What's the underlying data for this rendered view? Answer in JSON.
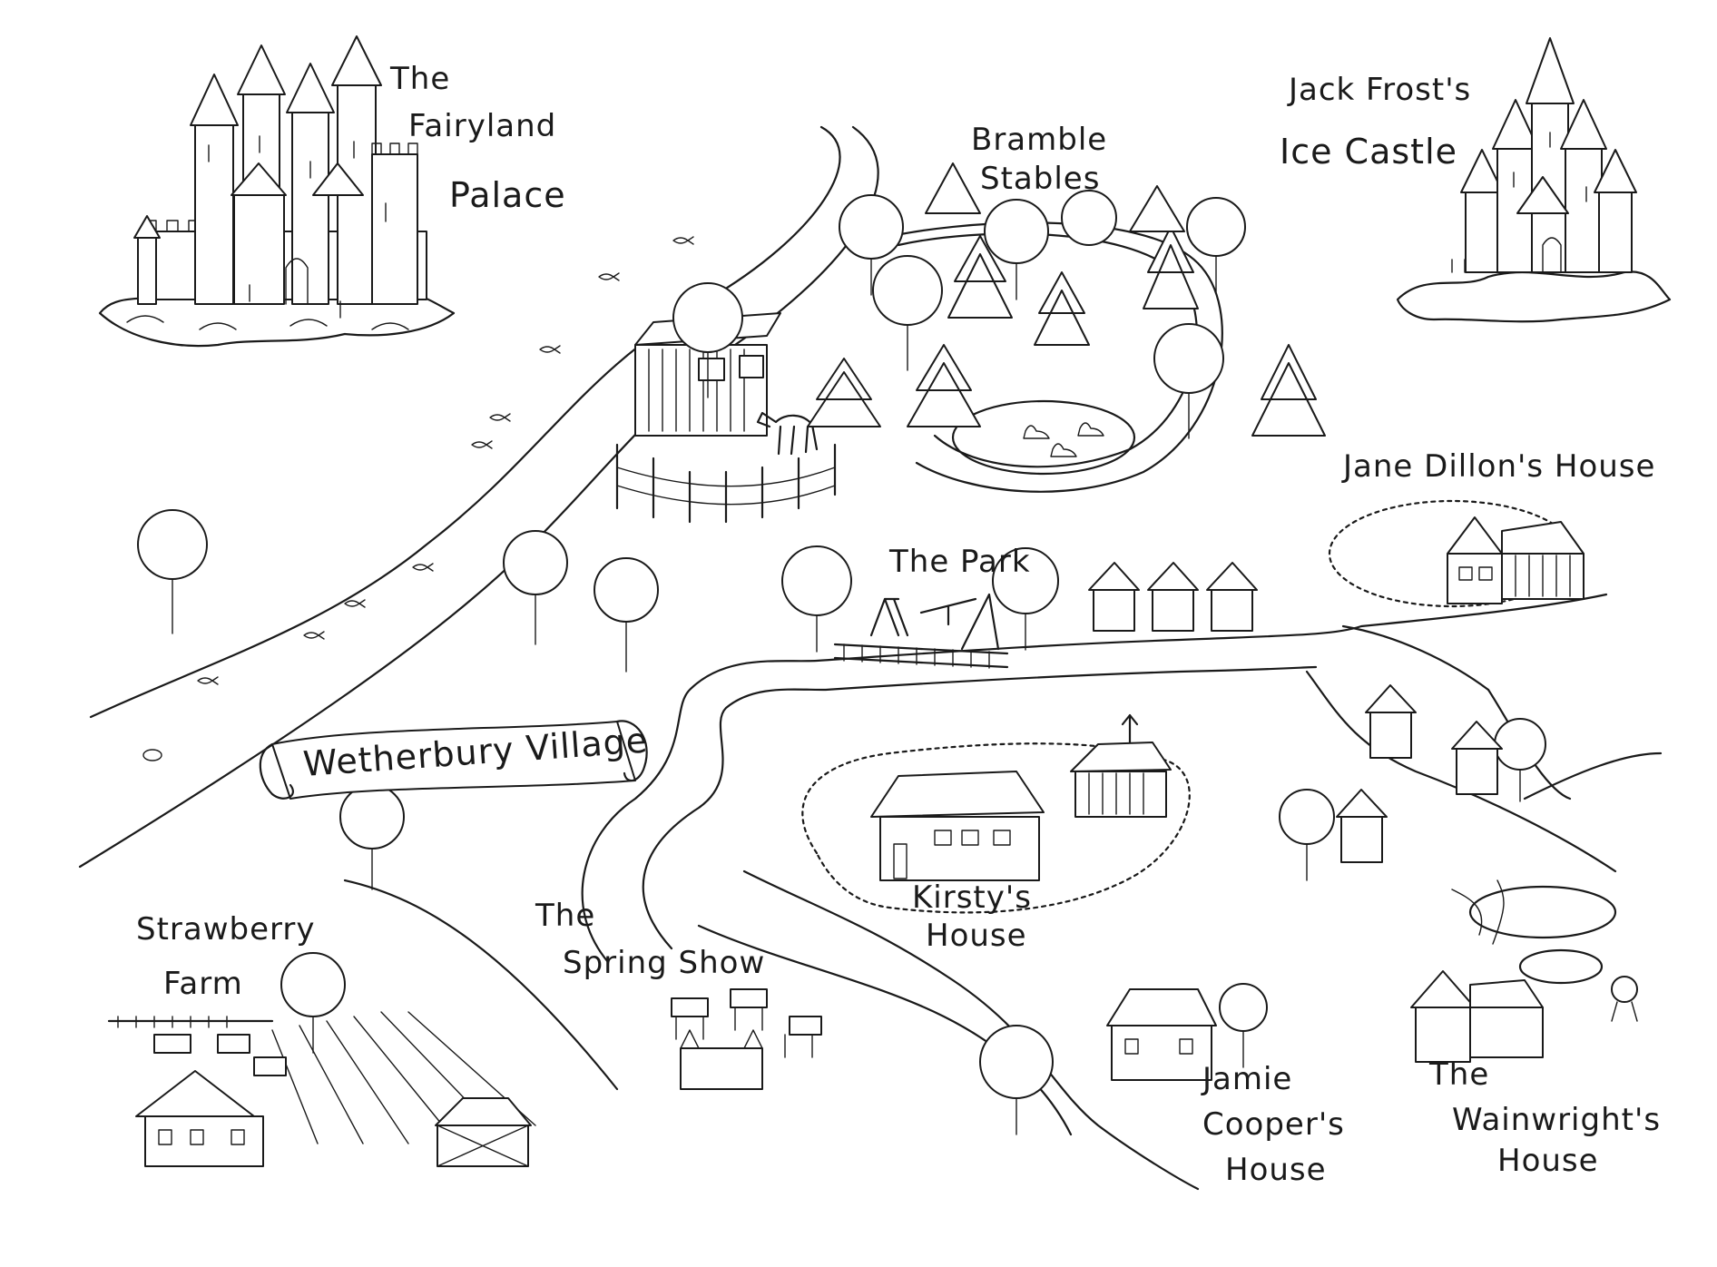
{
  "map": {
    "style": "hand-drawn black ink map on white",
    "colors": {
      "ink": "#1a1a1a",
      "paper": "#ffffff"
    }
  },
  "labels": {
    "fairyland_palace": [
      "The",
      "Fairyland",
      "Palace"
    ],
    "bramble_stables": [
      "Bramble",
      "Stables"
    ],
    "ice_castle": [
      "Jack Frost's",
      "Ice Castle"
    ],
    "jane_dillon": "Jane Dillon's House",
    "the_park": "The Park",
    "wetherbury_village": "Wetherbury Village",
    "kirstys_house": [
      "Kirsty's",
      "House"
    ],
    "spring_show": [
      "The",
      "Spring Show"
    ],
    "strawberry_farm": [
      "Strawberry",
      "Farm"
    ],
    "jamie_cooper": [
      "Jamie",
      "Cooper's",
      "House"
    ],
    "wainwrights": [
      "The",
      "Wainwright's",
      "House"
    ]
  }
}
